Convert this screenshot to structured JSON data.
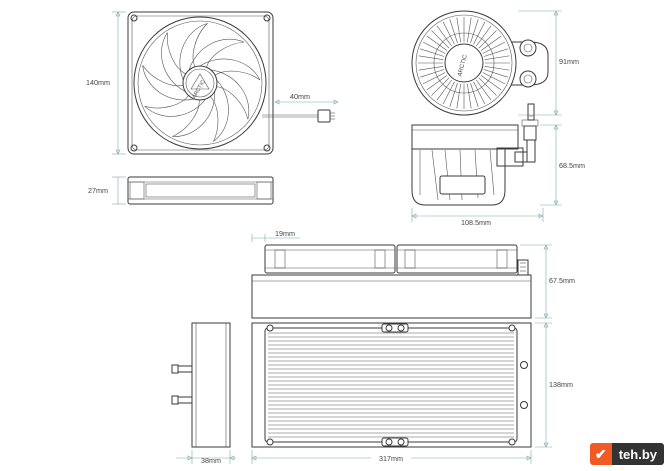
{
  "dimensions": {
    "fan_height": "140mm",
    "cable": "40mm",
    "fan_thickness": "27mm",
    "pump_diameter": "91mm",
    "pump_height": "68.5mm",
    "pump_width": "108.5mm",
    "fan_to_edge": "19mm",
    "radiator_height": "67.5mm",
    "radiator_width": "138mm",
    "end_tank": "38mm",
    "radiator_length": "317mm"
  },
  "labels": {
    "fan_brand": "ARCTIC",
    "pump_brand": "ARCTIC"
  },
  "watermark": {
    "text": "teh.by",
    "logo": "✔"
  },
  "colors": {
    "line": "#3a3a3a",
    "dimension": "#7fa9a9",
    "watermark_accent": "#f15a24"
  }
}
